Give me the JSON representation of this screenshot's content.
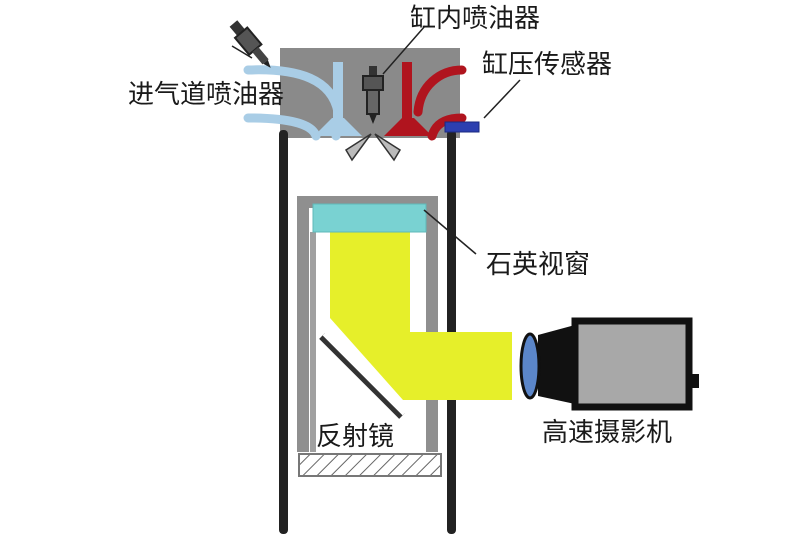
{
  "labels": {
    "port_injector": "进气道喷油器",
    "direct_injector": "缸内喷油器",
    "pressure_sensor": "缸压传感器",
    "quartz_window": "石英视窗",
    "mirror": "反射镜",
    "high_speed_camera": "高速摄影机"
  },
  "colors": {
    "cylinder_head": "#8a8a8a",
    "intake_port": "#a9cde6",
    "exhaust_port": "#b0141e",
    "cylinder_wall": "#222222",
    "piston": "#8f8f8f",
    "quartz_window": "#79d2d2",
    "light_path": "#e6ef2a",
    "camera_body": "#a8a8a8",
    "camera_lens": "#5b86c9",
    "pressure_sensor": "#2c3fb0"
  },
  "icons": [
    "injector-icon",
    "camera-icon"
  ]
}
